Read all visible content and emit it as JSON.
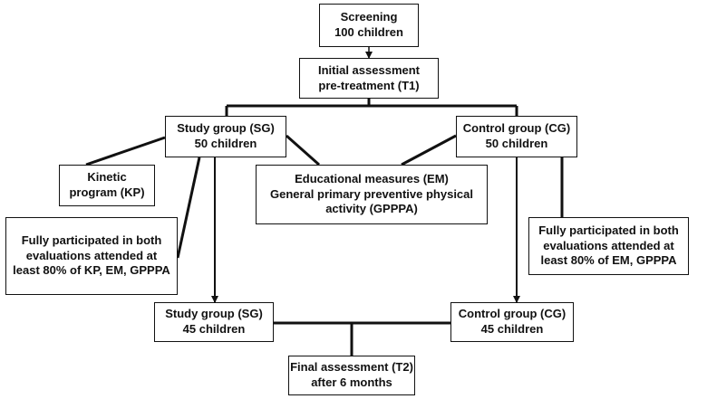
{
  "boxes": {
    "screening": {
      "line1": "Screening",
      "line2": "100 children"
    },
    "initial": {
      "line1": "Initial assessment",
      "line2": "pre-treatment (T1)"
    },
    "sg_initial": {
      "line1": "Study group (SG)",
      "line2": "50 children"
    },
    "cg_initial": {
      "line1": "Control group (CG)",
      "line2": "50 children"
    },
    "kinetic": {
      "line1": "Kinetic",
      "line2": "program (KP)"
    },
    "educational": {
      "line1": "Educational measures (EM)",
      "line2": "General primary preventive physical",
      "line3": "activity (GPPPA)"
    },
    "sg_criteria": {
      "line1": "Fully participated in both",
      "line2": "evaluations attended at",
      "line3": "least 80% of KP, EM, GPPPA"
    },
    "cg_criteria": {
      "line1": "Fully participated in both",
      "line2": "evaluations attended at",
      "line3": "least 80% of EM, GPPPA"
    },
    "sg_final": {
      "line1": "Study group (SG)",
      "line2": "45 children"
    },
    "cg_final": {
      "line1": "Control group (CG)",
      "line2": "45 children"
    },
    "final": {
      "line1": "Final assessment (T2)",
      "line2": "after 6 months"
    }
  },
  "colors": {
    "line": "#111111",
    "box_border": "#111111",
    "box_fill": "#ffffff"
  }
}
